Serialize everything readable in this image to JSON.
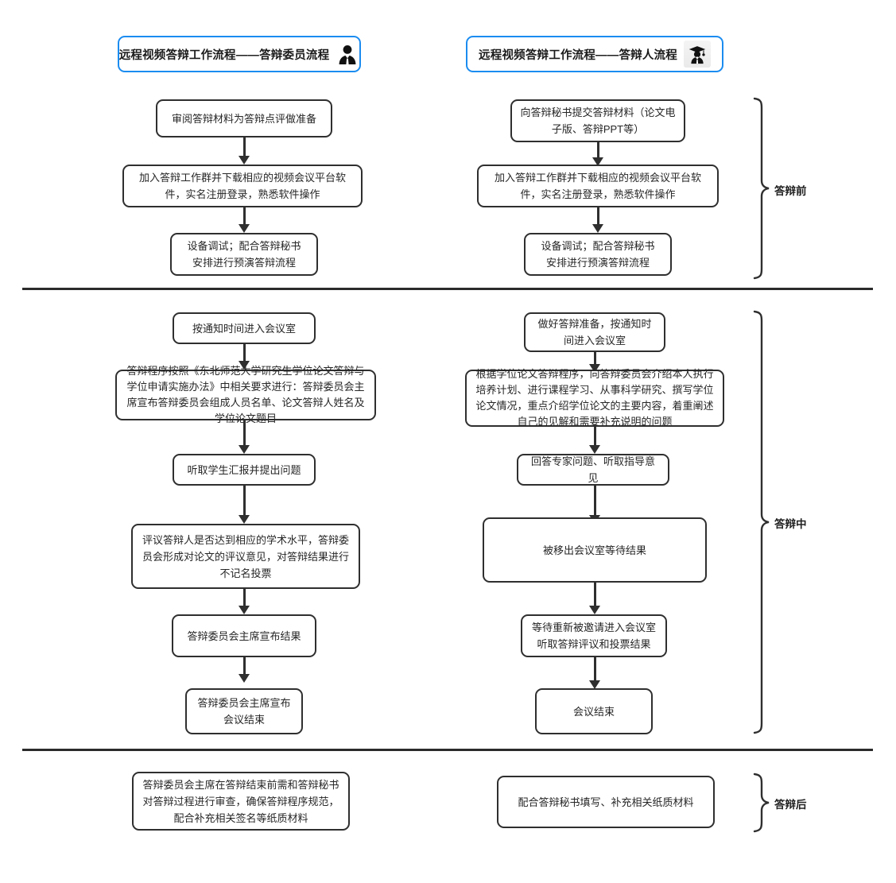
{
  "headers": [
    {
      "title": "远程视频答辩工作流程——答辩委员流程",
      "icon": "business-person-icon"
    },
    {
      "title": "远程视频答辩工作流程——答辩人流程",
      "icon": "graduate-person-icon"
    }
  ],
  "stages": [
    {
      "label": "答辩前"
    },
    {
      "label": "答辩中"
    },
    {
      "label": "答辩后"
    }
  ],
  "committee_flow": {
    "before": [
      "审阅答辩材料为答辩点评做准备",
      "加入答辩工作群并下载相应的视频会议平台软\n件，实名注册登录，熟悉软件操作",
      "设备调试；配合答辩秘书\n安排进行预演答辩流程"
    ],
    "during": [
      "按通知时间进入会议室",
      "答辩程序按照《东北师范大学研究生学位论文答辩与\n学位申请实施办法》中相关要求进行：答辩委员会主\n席宣布答辩委员会组成人员名单、论文答辩人姓名及\n学位论文题目",
      "听取学生汇报并提出问题",
      "评议答辩人是否达到相应的学术水平，答辩委\n员会形成对论文的评议意见，对答辩结果进行\n不记名投票",
      "答辩委员会主席宣布结果",
      "答辩委员会主席宣布\n会议结束"
    ],
    "after": [
      "答辩委员会主席在答辩结束前需和答辩秘书\n对答辩过程进行审查，确保答辩程序规范，\n配合补充相关签名等纸质材料"
    ]
  },
  "defender_flow": {
    "before": [
      "向答辩秘书提交答辩材料（论文电\n子版、答辩PPT等）",
      "加入答辩工作群并下载相应的视频会议平台软\n件，实名注册登录，熟悉软件操作",
      "设备调试；配合答辩秘书\n安排进行预演答辩流程"
    ],
    "during": [
      "做好答辩准备，按通知时\n间进入会议室",
      "根据学位论文答辩程序，向答辩委员会介绍本人执行\n培养计划、进行课程学习、从事科学研究、撰写学位\n论文情况，重点介绍学位论文的主要内容，着重阐述\n自己的见解和需要补充说明的问题",
      "回答专家问题、听取指导意见",
      "被移出会议室等待结果",
      "等待重新被邀请进入会议室\n听取答辩评议和投票结果",
      "会议结束"
    ],
    "after": [
      "配合答辩秘书填写、补充相关纸质材料"
    ]
  },
  "colors": {
    "header_border": "#1b8cf0",
    "node_border": "#2f2f2f",
    "text": "#262626",
    "divider": "#2b2b2b"
  }
}
